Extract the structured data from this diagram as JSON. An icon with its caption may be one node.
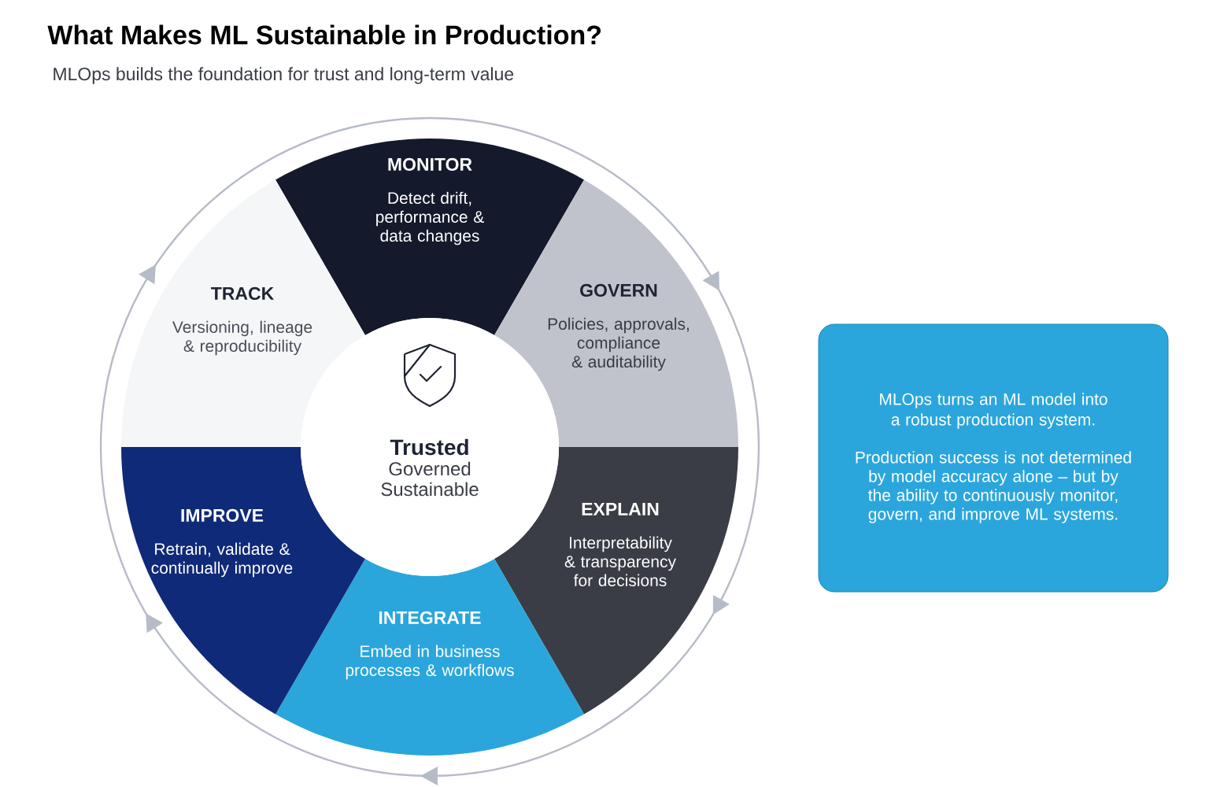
{
  "diagram": {
    "title": "What Makes ML Sustainable in Production?",
    "nodes": [
      {
        "text": [
          "MONITOR",
          "Detect drift, performance & data changes"
        ]
      },
      {
        "text": [
          "GOVERN",
          "Policies, approvals, compliance & auditability"
        ]
      },
      {
        "text": [
          "EXPLAIN",
          "Interpretability & transparency for decisions"
        ]
      },
      {
        "text": [
          "INTEGRATE",
          "Embed in business processes & workflows"
        ]
      },
      {
        "text": [
          "IMPROVE",
          "Retrain, validate & continually improve"
        ]
      },
      {
        "text": [
          "TRACK",
          "Versioning, lineage & reproducibility"
        ]
      },
      {
        "text": [
          "Trusted",
          "Governed",
          "Sustainable"
        ]
      },
      {
        "text": [
          "MLOps turns an ML model into a robust production system.",
          "Production success is not determined by model accuracy alone – but by the ability to continuously monitor, govern, and improve ML systems."
        ]
      }
    ],
    "labels": [
      "MLOps builds the foundation for trust and long-term value"
    ]
  }
}
